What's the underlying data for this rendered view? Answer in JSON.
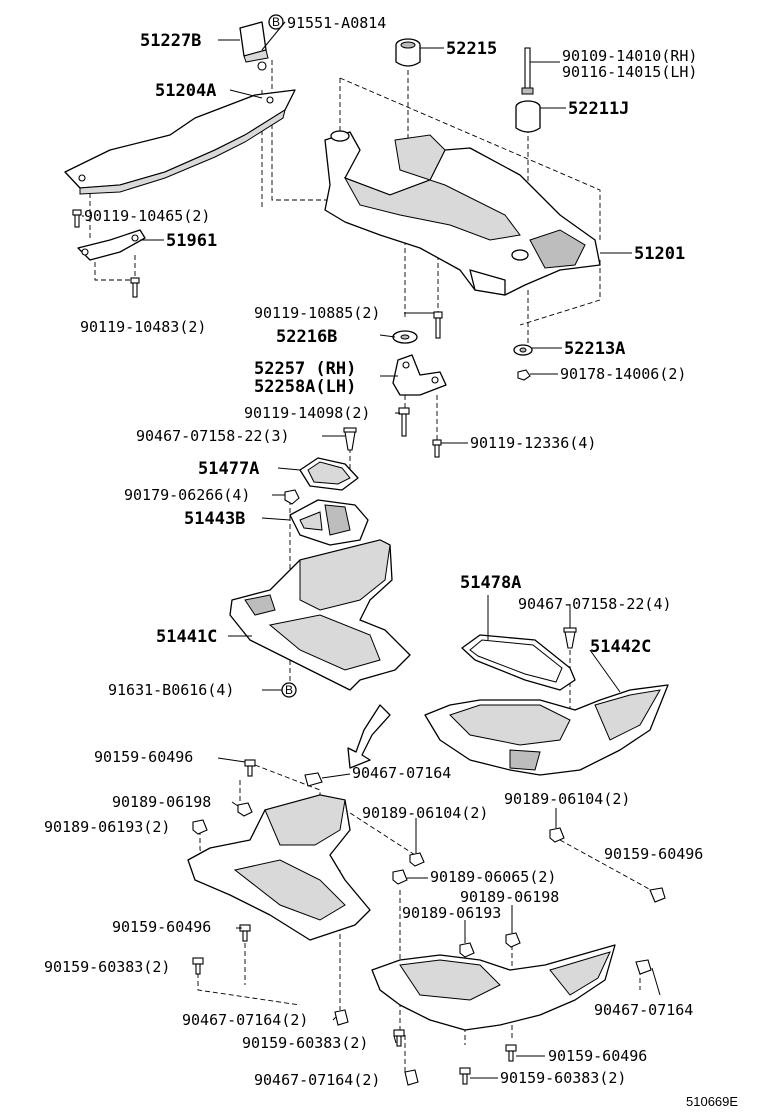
{
  "labels": {
    "p51227b": "51227B",
    "p91551": "91551-A0814",
    "p51204a": "51204A",
    "p52215": "52215",
    "p90109": "90109-14010(RH)",
    "p90116": "90116-14015(LH)",
    "p52211j": "52211J",
    "p51201": "51201",
    "p90119_10465": "90119-10465(2)",
    "p51961": "51961",
    "p90119_10483": "90119-10483(2)",
    "p90119_10885": "90119-10885(2)",
    "p52216b": "52216B",
    "p52213a": "52213A",
    "p90178": "90178-14006(2)",
    "p52257": "52257 (RH)",
    "p52258a": "52258A(LH)",
    "p90119_14098": "90119-14098(2)",
    "p90467_3": "90467-07158-22(3)",
    "p90119_12336": "90119-12336(4)",
    "p51477a": "51477A",
    "p90179": "90179-06266(4)",
    "p51443b": "51443B",
    "p51478a": "51478A",
    "p90467_4": "90467-07158-22(4)",
    "p51441c": "51441C",
    "p51442c": "51442C",
    "p91631": "91631-B0616(4)",
    "p90159_a": "90159-60496",
    "p90467_a": "90467-07164",
    "p90189_06198a": "90189-06198",
    "p90189_06193_2": "90189-06193(2)",
    "p90189_06104_2a": "90189-06104(2)",
    "p90189_06104_2b": "90189-06104(2)",
    "p90159_b": "90159-60496",
    "p90189_06065": "90189-06065(2)",
    "p90189_06198b": "90189-06198",
    "p90159_c": "90159-60496",
    "p90189_06193": "90189-06193",
    "p90159_60383_2a": "90159-60383(2)",
    "p90467_b": "90467-07164",
    "p90467_07164_2a": "90467-07164(2)",
    "p90159_60383_2b": "90159-60383(2)",
    "p90159_d": "90159-60496",
    "p90467_07164_2b": "90467-07164(2)",
    "p90159_60383_2c": "90159-60383(2)",
    "marker_b": "B",
    "figure_id": "510669E"
  }
}
